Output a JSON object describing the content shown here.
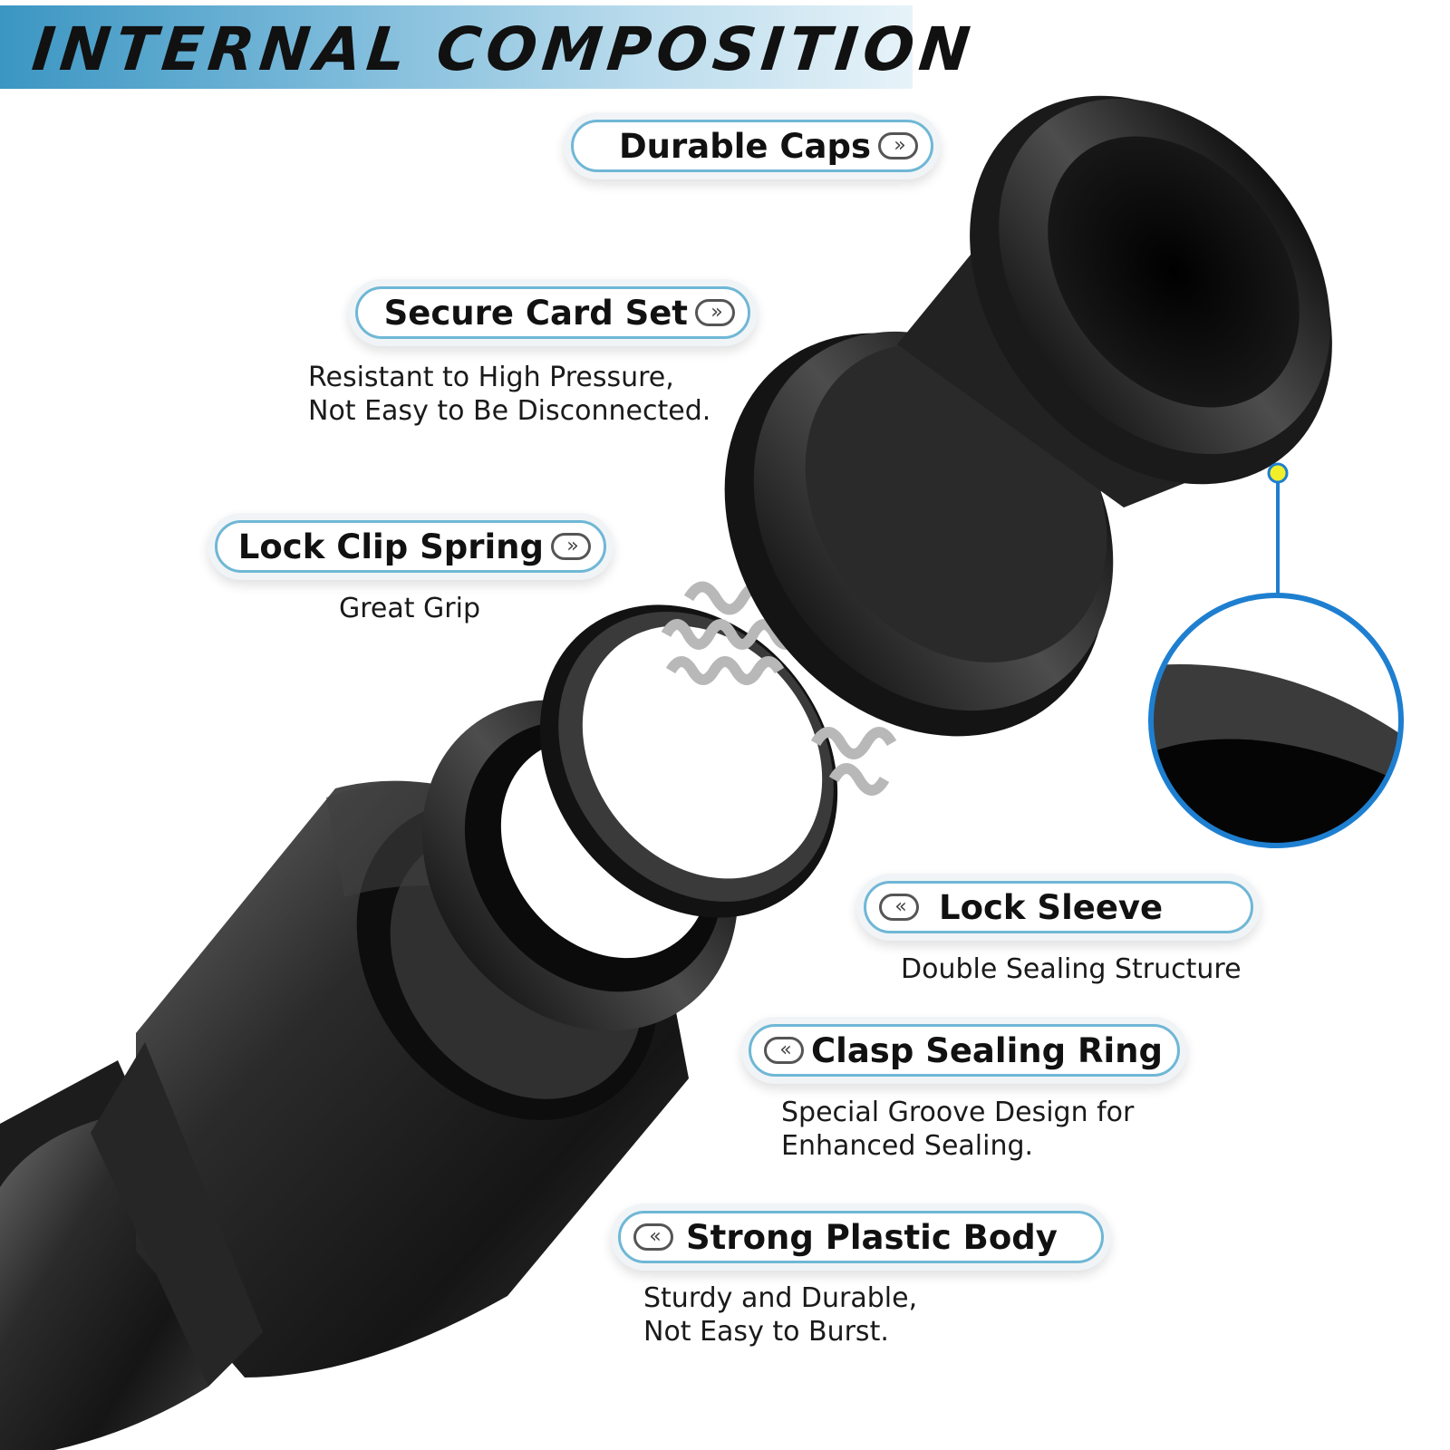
{
  "title": "INTERNAL COMPOSITION",
  "components": [
    {
      "label": "Durable Caps",
      "arrow": "chevrons-right-icon",
      "description": []
    },
    {
      "label": "Secure Card Set",
      "arrow": "chevrons-right-icon",
      "description": [
        "Resistant to High Pressure,",
        "Not Easy to Be Disconnected."
      ]
    },
    {
      "label": "Lock Clip Spring",
      "arrow": "chevrons-right-icon",
      "description": [
        "Great Grip"
      ]
    },
    {
      "label": "Lock Sleeve",
      "arrow": "chevrons-left-icon",
      "description": [
        "Double Sealing Structure"
      ]
    },
    {
      "label": "Clasp Sealing Ring",
      "arrow": "chevrons-left-icon",
      "description": [
        "Special Groove Design for",
        "Enhanced Sealing."
      ]
    },
    {
      "label": "Strong Plastic Body",
      "arrow": "chevrons-left-icon",
      "description": [
        "Sturdy and Durable,",
        "Not Easy to Burst."
      ]
    }
  ],
  "colors": {
    "accent": "#1e7fd0",
    "pill_border": "#6fb7d6",
    "banner_start": "#3b96c2",
    "dot": "#f1ee2a"
  }
}
